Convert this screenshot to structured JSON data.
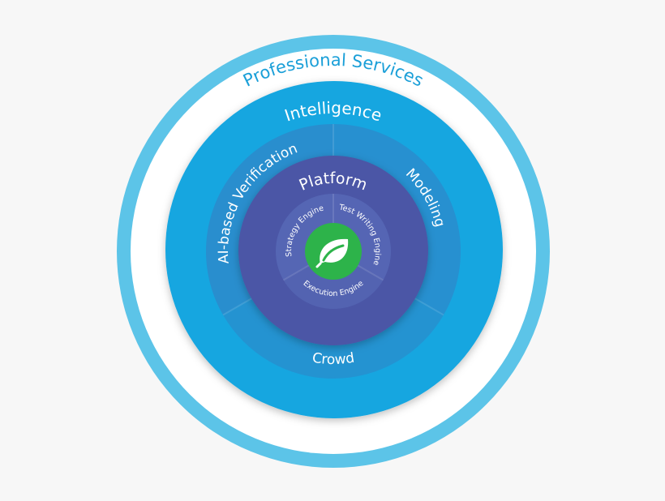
{
  "diagram": {
    "rings": {
      "outer": {
        "label": "Professional Services"
      },
      "intelligence": {
        "label": "Intelligence"
      },
      "intelligence_segments": [
        "AI-based Verification",
        "Modeling",
        "Crowd"
      ],
      "platform": {
        "label": "Platform"
      },
      "platform_segments": [
        "Strategy Engine",
        "Test Writing Engine",
        "Execution Engine"
      ]
    },
    "center_icon": "leaf-icon",
    "colors": {
      "background": "#f7f7f7",
      "outer_band": "#5cc4e8",
      "white_band": "#ffffff",
      "intelligence": "#13a6e0",
      "intelligence_segments": "#2a8ccc",
      "platform": "#4c56a6",
      "engines": "#5566b4",
      "center": "#2db34a",
      "label_outer": "#1a9fd8"
    }
  }
}
